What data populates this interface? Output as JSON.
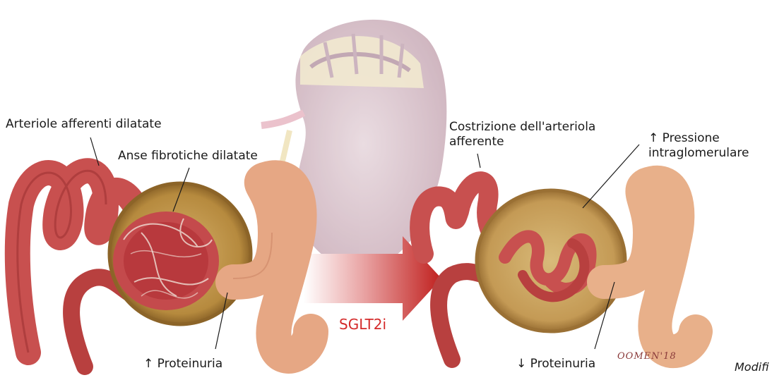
{
  "labels": {
    "afferent_dilated": "Arteriole afferenti dilatate",
    "fibrotic_loops": "Anse fibrotiche dilatate",
    "proteinuria_up": "↑ Proteinuria",
    "drug": "SGLT2i",
    "afferent_constriction_1": "Costrizione dell'arteriola",
    "afferent_constriction_2": "afferente",
    "pressure_1": "↑ Pressione",
    "pressure_2": "intraglomerulare",
    "proteinuria_down": "↓ Proteinuria",
    "signature": "OOMEN'18",
    "credit": "Modifi"
  },
  "colors": {
    "vessel": "#c8504f",
    "vessel_dark": "#8e2a2c",
    "tubule": "#e8a886",
    "capsule": "#c79a4a",
    "kidney": "#d8c4cc",
    "arrow": "#c0201e"
  }
}
